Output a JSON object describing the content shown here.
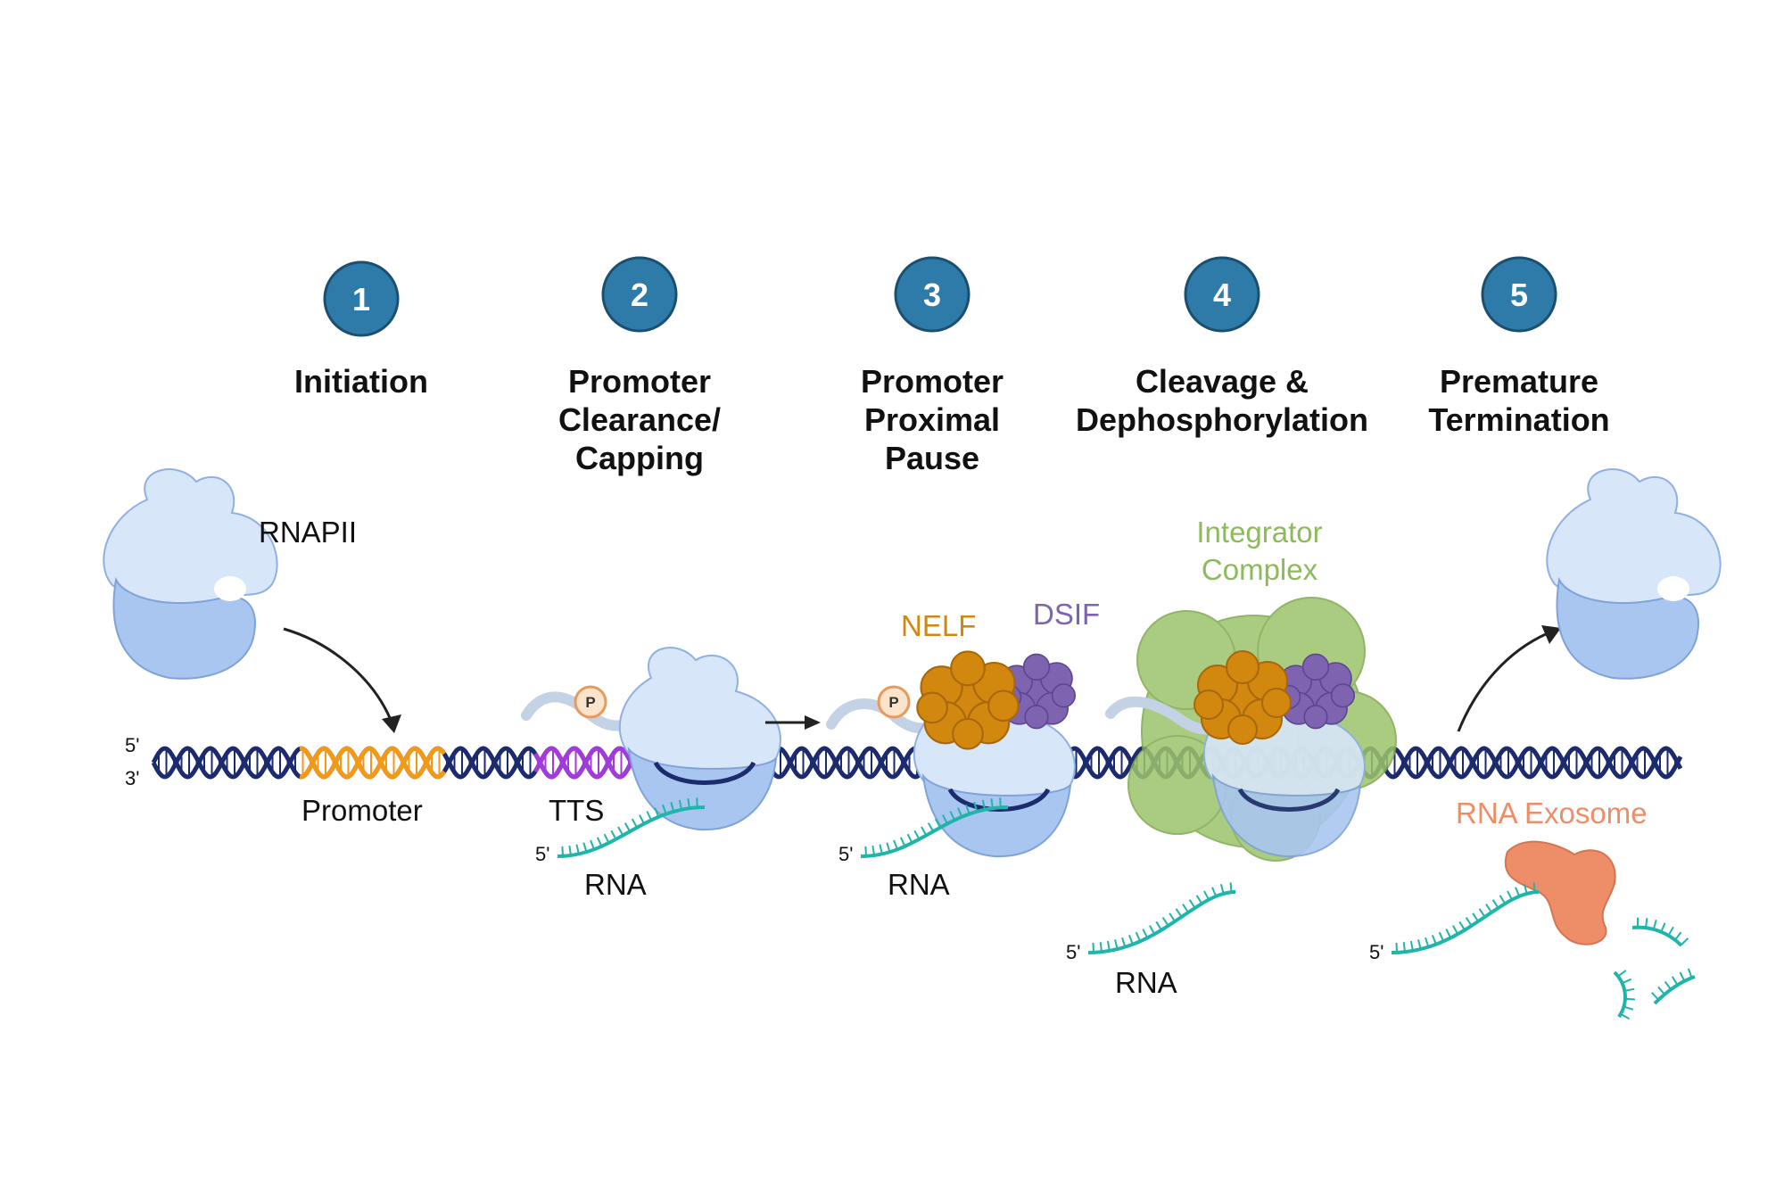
{
  "steps": [
    {
      "number": "1",
      "title_lines": [
        "Initiation"
      ]
    },
    {
      "number": "2",
      "title_lines": [
        "Promoter",
        "Clearance/",
        "Capping"
      ]
    },
    {
      "number": "3",
      "title_lines": [
        "Promoter",
        "Proximal",
        "Pause"
      ]
    },
    {
      "number": "4",
      "title_lines": [
        "Cleavage &",
        "Dephosphorylation"
      ]
    },
    {
      "number": "5",
      "title_lines": [
        "Premature",
        "Termination"
      ]
    }
  ],
  "labels": {
    "rnapii": "RNAPII",
    "promoter": "Promoter",
    "tts": "TTS",
    "rna": "RNA",
    "nelf": "NELF",
    "dsif": "DSIF",
    "integrator_line1": "Integrator",
    "integrator_line2": "Complex",
    "rna_exosome": "RNA Exosome",
    "five_prime": "5'",
    "three_prime": "3'",
    "phospho": "P"
  },
  "colors": {
    "step_circle": "#2E7BAA",
    "step_circle_border": "#1B4F70",
    "dna": "#1C2A6E",
    "promoter_segment": "#F29A18",
    "tts_segment": "#A23BD9",
    "rnapii_light": "#D8E6FA",
    "rnapii_dark": "#9FBDEB",
    "rna": "#1FB5A8",
    "nelf": "#D2870F",
    "dsif": "#7E63B0",
    "integrator": "#9CC46A",
    "exosome": "#EE8E68",
    "phospho_fill": "#FCE3CB",
    "phospho_ring": "#E89A5A"
  }
}
